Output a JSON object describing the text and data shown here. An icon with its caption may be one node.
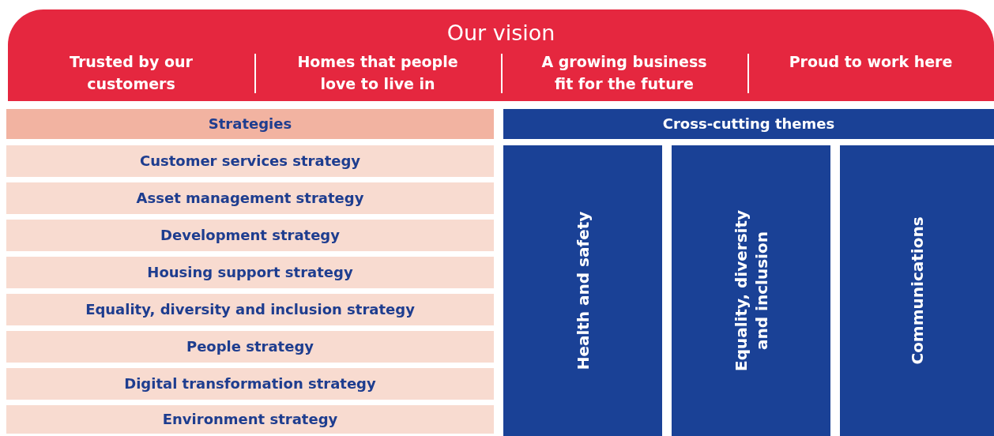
{
  "diagram": {
    "nodes": [
      {
        "text": [
          "Our vision",
          "Trusted by our customers",
          "Homes that people love to live in",
          "A growing business fit for the future",
          "Proud to work here"
        ]
      },
      {
        "text": [
          "Strategies"
        ]
      },
      {
        "text": [
          "Customer services strategy"
        ]
      },
      {
        "text": [
          "Asset management strategy"
        ]
      },
      {
        "text": [
          "Development strategy"
        ]
      },
      {
        "text": [
          "Housing support strategy"
        ]
      },
      {
        "text": [
          "Equality, diversity and inclusion strategy"
        ]
      },
      {
        "text": [
          "People strategy"
        ]
      },
      {
        "text": [
          "Digital transformation strategy"
        ]
      },
      {
        "text": [
          "Environment strategy"
        ]
      },
      {
        "text": [
          "Cross-cutting themes"
        ]
      },
      {
        "text": [
          "Health and safety"
        ]
      },
      {
        "text": [
          "Equality, diversity and inclusion"
        ]
      },
      {
        "text": [
          "Communications"
        ]
      }
    ]
  }
}
